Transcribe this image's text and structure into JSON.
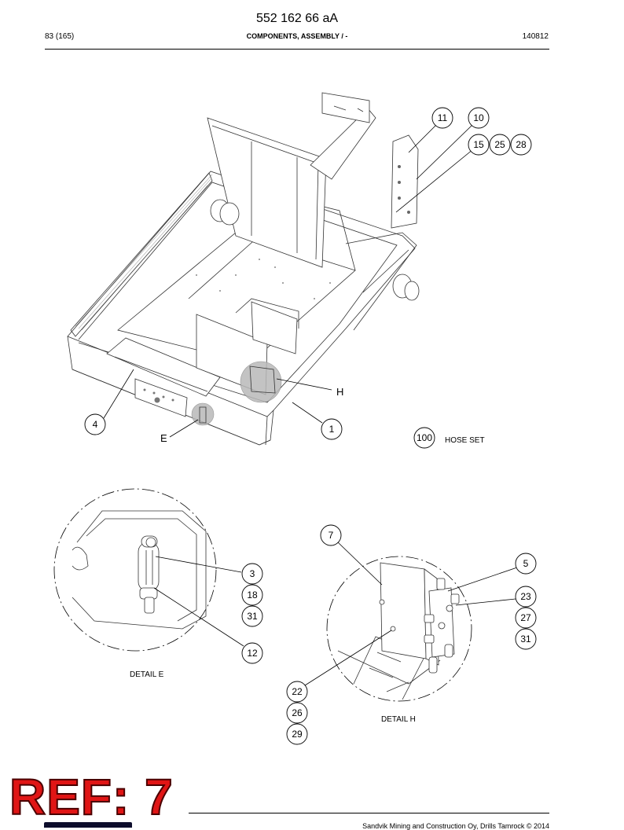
{
  "header": {
    "doc_number": "552 162 66 aA",
    "page": "83 (165)",
    "section": "COMPONENTS, ASSEMBLY / -",
    "date_code": "140812"
  },
  "main_view": {
    "callouts": [
      "11",
      "10",
      "15",
      "25",
      "28",
      "4",
      "1",
      "100"
    ],
    "detail_markers": [
      "H",
      "E"
    ],
    "hose_set_label": "HOSE SET"
  },
  "detail_e": {
    "title": "DETAIL E",
    "callouts": [
      "3",
      "18",
      "31",
      "12"
    ]
  },
  "detail_h": {
    "title": "DETAIL H",
    "callouts": [
      "7",
      "5",
      "23",
      "27",
      "31",
      "22",
      "26",
      "29"
    ]
  },
  "footer": {
    "copyright": "Sandvik Mining and Construction Oy, Drills Tamrock © 2014"
  },
  "ref_badge": "REF: 7"
}
